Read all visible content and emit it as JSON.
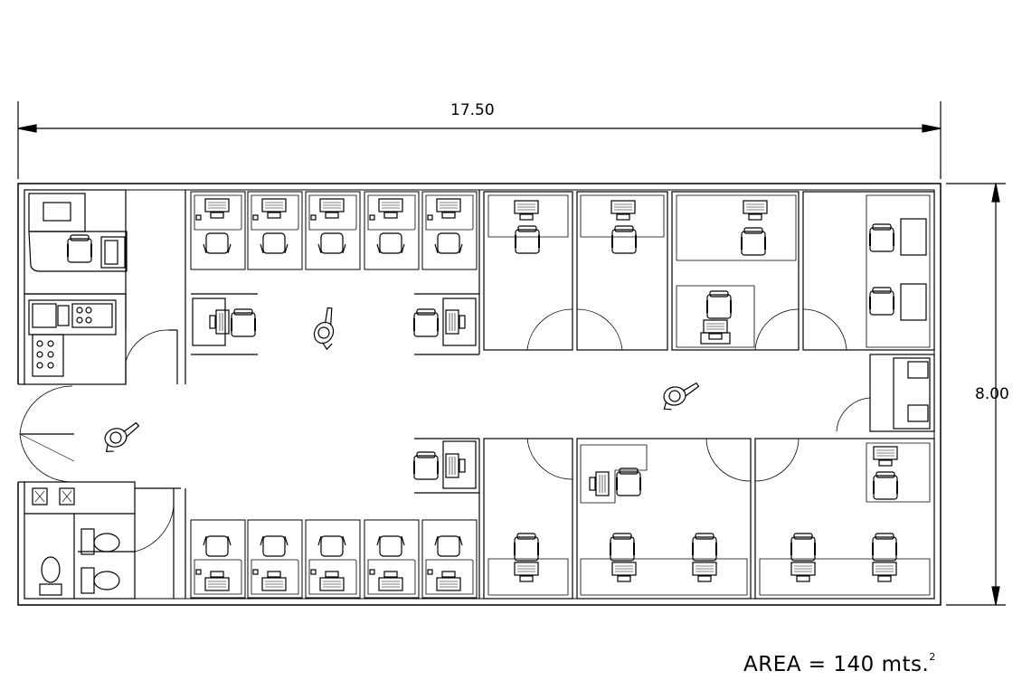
{
  "dimensions": {
    "width_label": "17.50",
    "height_label": "8.00"
  },
  "area": {
    "text": "AREA = 140 mts.",
    "superscript": "2"
  },
  "colors": {
    "line": "#000000",
    "background": "#ffffff"
  }
}
